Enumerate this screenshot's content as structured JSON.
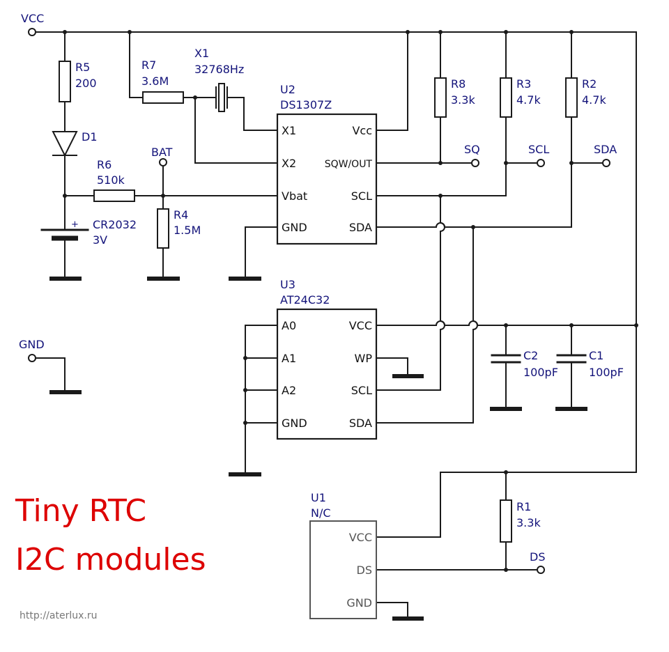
{
  "nets": {
    "vcc": "VCC",
    "gnd": "GND",
    "bat": "BAT",
    "sq": "SQ",
    "scl": "SCL",
    "sda": "SDA",
    "ds": "DS"
  },
  "components": {
    "r5": {
      "ref": "R5",
      "value": "200"
    },
    "r7": {
      "ref": "R7",
      "value": "3.6M"
    },
    "x1": {
      "ref": "X1",
      "value": "32768Hz"
    },
    "d1": {
      "ref": "D1"
    },
    "r6": {
      "ref": "R6",
      "value": "510k"
    },
    "r4": {
      "ref": "R4",
      "value": "1.5M"
    },
    "battery": {
      "plus": "+",
      "ref": "CR2032",
      "value": "3V"
    },
    "r8": {
      "ref": "R8",
      "value": "3.3k"
    },
    "r3": {
      "ref": "R3",
      "value": "4.7k"
    },
    "r2": {
      "ref": "R2",
      "value": "4.7k"
    },
    "c2": {
      "ref": "C2",
      "value": "100pF"
    },
    "c1": {
      "ref": "C1",
      "value": "100pF"
    },
    "r1": {
      "ref": "R1",
      "value": "3.3k"
    }
  },
  "chips": {
    "u2": {
      "ref": "U2",
      "part": "DS1307Z",
      "left_pins": [
        "X1",
        "X2",
        "Vbat",
        "GND"
      ],
      "right_pins": [
        "Vcc",
        "SQW/OUT",
        "SCL",
        "SDA"
      ]
    },
    "u3": {
      "ref": "U3",
      "part": "AT24C32",
      "left_pins": [
        "A0",
        "A1",
        "A2",
        "GND"
      ],
      "right_pins": [
        "VCC",
        "WP",
        "SCL",
        "SDA"
      ]
    },
    "u1": {
      "ref": "U1",
      "part": "N/C",
      "right_pins": [
        "VCC",
        "DS",
        "GND"
      ]
    }
  },
  "title": {
    "line1": "Tiny RTC",
    "line2": "I2C modules"
  },
  "url": "http://aterlux.ru",
  "colors": {
    "label": "#13137a",
    "title": "#dd0000",
    "wire": "#1a1a1a"
  }
}
